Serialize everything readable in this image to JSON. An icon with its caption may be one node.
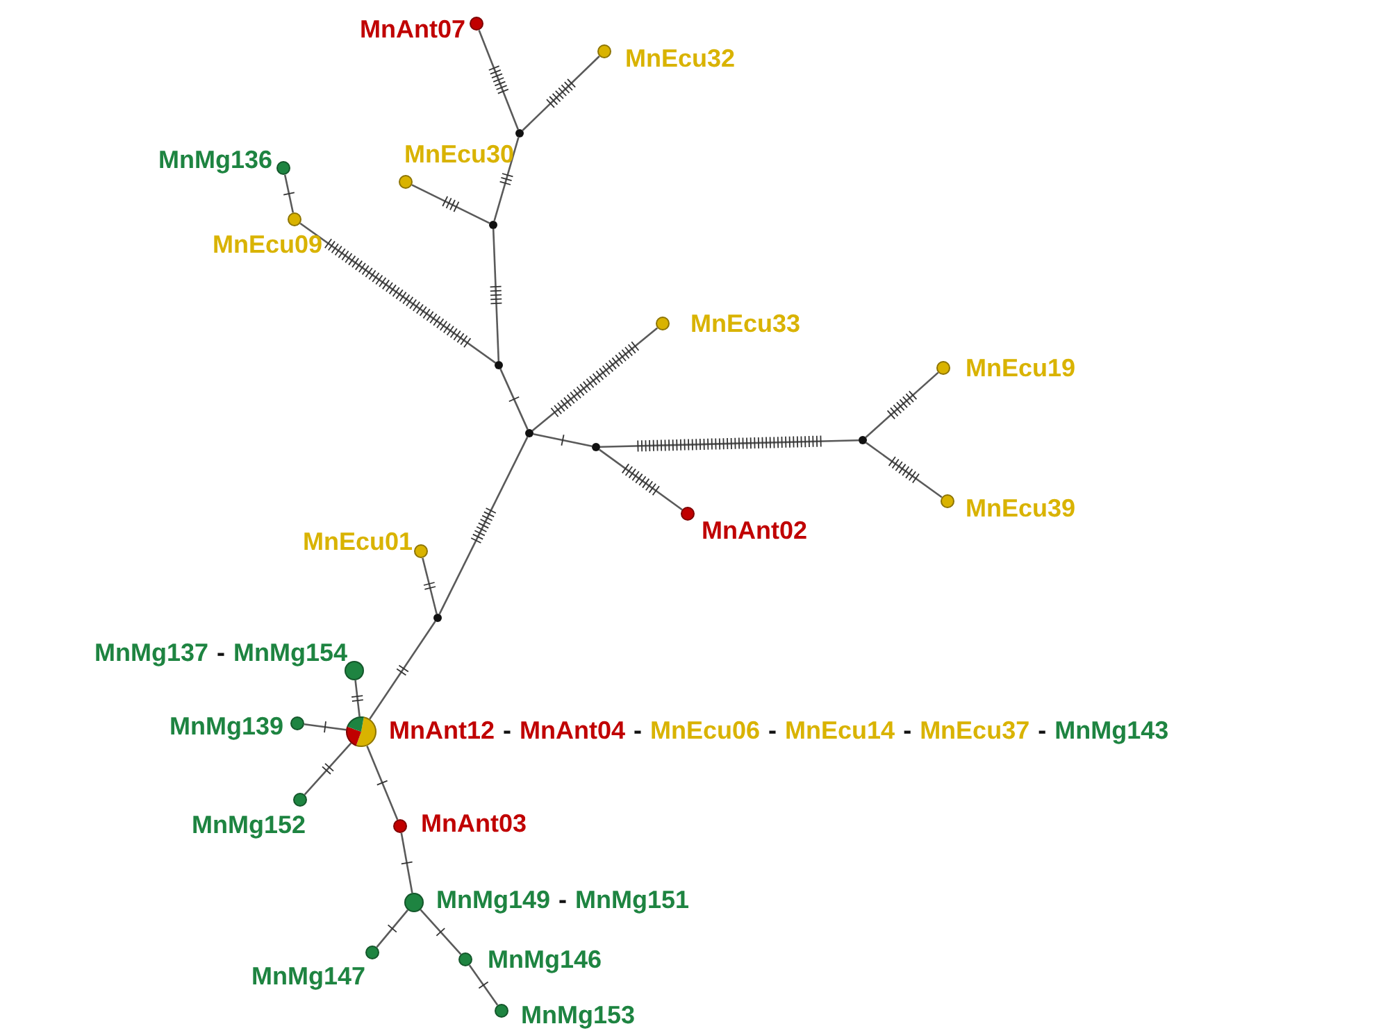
{
  "diagram": {
    "nodes": [
      {
        "text": [],
        "shape": "circle",
        "beside": [
          "MnAnt07"
        ]
      },
      {
        "text": [],
        "shape": "circle",
        "beside": [
          "MnEcu32"
        ]
      },
      {
        "text": [],
        "shape": "circle",
        "beside": [
          "MnMg136"
        ]
      },
      {
        "text": [],
        "shape": "circle",
        "beside": [
          "MnEcu30"
        ]
      },
      {
        "text": [],
        "shape": "circle",
        "beside": [
          "MnEcu09"
        ]
      },
      {
        "text": [],
        "shape": "circle",
        "beside": [
          "MnEcu33"
        ]
      },
      {
        "text": [],
        "shape": "circle",
        "beside": [
          "MnEcu19"
        ]
      },
      {
        "text": [],
        "shape": "circle",
        "beside": [
          "MnEcu39"
        ]
      },
      {
        "text": [],
        "shape": "circle",
        "beside": [
          "MnAnt02"
        ]
      },
      {
        "text": [],
        "shape": "circle",
        "beside": [
          "MnEcu01"
        ]
      },
      {
        "text": [],
        "shape": "circle",
        "beside": [
          "MnMg137",
          "-",
          "MnMg154"
        ]
      },
      {
        "text": [],
        "shape": "circle",
        "beside": [
          "MnMg139"
        ]
      },
      {
        "text": [],
        "shape": "circle",
        "beside": [
          "MnAnt12",
          "-",
          "MnAnt04",
          "-",
          "MnEcu06",
          "-",
          "MnEcu14",
          "-",
          "MnEcu37",
          "-",
          "MnMg143"
        ]
      },
      {
        "text": [],
        "shape": "circle",
        "beside": [
          "MnMg152"
        ]
      },
      {
        "text": [],
        "shape": "circle",
        "beside": [
          "MnAnt03"
        ]
      },
      {
        "text": [],
        "shape": "circle",
        "beside": [
          "MnMg149",
          "-",
          "MnMg151"
        ]
      },
      {
        "text": [],
        "shape": "circle",
        "beside": [
          "MnMg147"
        ]
      },
      {
        "text": [],
        "shape": "circle",
        "beside": [
          "MnMg146"
        ]
      },
      {
        "text": [],
        "shape": "circle",
        "beside": [
          "MnMg153"
        ]
      },
      {
        "text": [],
        "shape": "circle"
      },
      {
        "text": [],
        "shape": "circle"
      },
      {
        "text": [],
        "shape": "circle"
      },
      {
        "text": [],
        "shape": "circle"
      },
      {
        "text": [],
        "shape": "circle"
      },
      {
        "text": [],
        "shape": "circle"
      },
      {
        "text": [],
        "shape": "circle"
      }
    ],
    "edges": [
      {
        "from": 0,
        "to": 19,
        "arrow": "none"
      },
      {
        "from": 1,
        "to": 19,
        "arrow": "none"
      },
      {
        "from": 19,
        "to": 20,
        "arrow": "none"
      },
      {
        "from": 3,
        "to": 20,
        "arrow": "none"
      },
      {
        "from": 20,
        "to": 21,
        "arrow": "none"
      },
      {
        "from": 2,
        "to": 4,
        "arrow": "none"
      },
      {
        "from": 4,
        "to": 21,
        "arrow": "none"
      },
      {
        "from": 21,
        "to": 22,
        "arrow": "none"
      },
      {
        "from": 5,
        "to": 22,
        "arrow": "none"
      },
      {
        "from": 22,
        "to": 23,
        "arrow": "none"
      },
      {
        "from": 23,
        "to": 8,
        "arrow": "none"
      },
      {
        "from": 23,
        "to": 24,
        "arrow": "none"
      },
      {
        "from": 24,
        "to": 6,
        "arrow": "none"
      },
      {
        "from": 24,
        "to": 7,
        "arrow": "none"
      },
      {
        "from": 22,
        "to": 25,
        "arrow": "none"
      },
      {
        "from": 9,
        "to": 25,
        "arrow": "none"
      },
      {
        "from": 25,
        "to": 12,
        "arrow": "none"
      },
      {
        "from": 10,
        "to": 12,
        "arrow": "none"
      },
      {
        "from": 11,
        "to": 12,
        "arrow": "none"
      },
      {
        "from": 13,
        "to": 12,
        "arrow": "none"
      },
      {
        "from": 12,
        "to": 14,
        "arrow": "none"
      },
      {
        "from": 14,
        "to": 15,
        "arrow": "none"
      },
      {
        "from": 15,
        "to": 16,
        "arrow": "none"
      },
      {
        "from": 15,
        "to": 17,
        "arrow": "none"
      },
      {
        "from": 17,
        "to": 18,
        "arrow": "none"
      }
    ]
  }
}
